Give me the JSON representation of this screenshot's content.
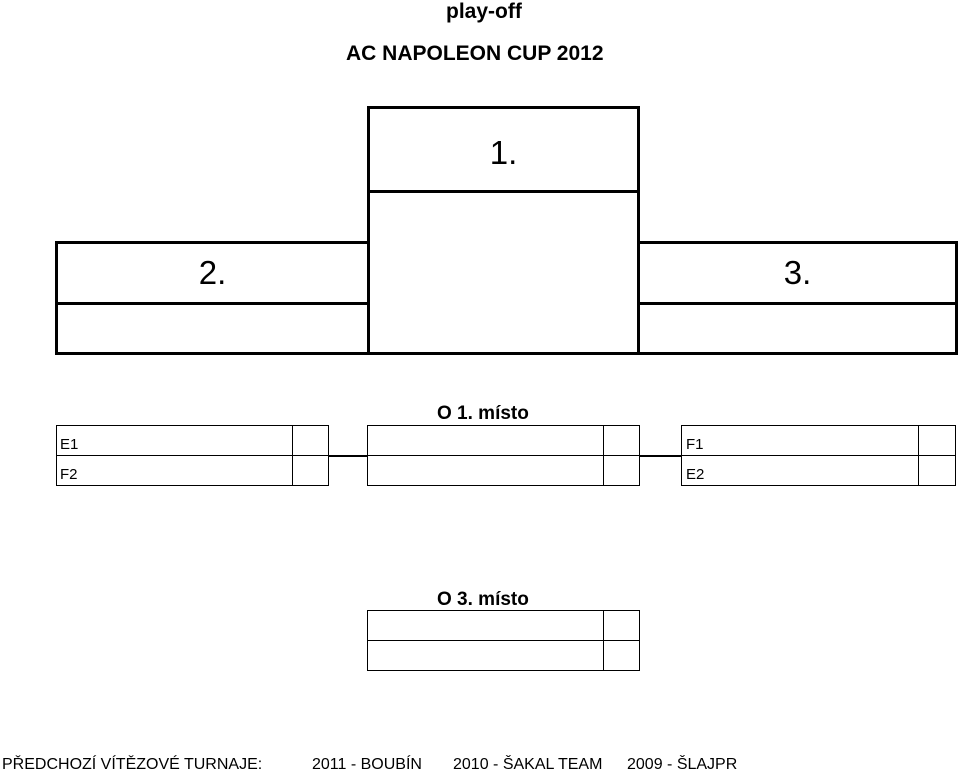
{
  "header": {
    "subtitle": "play-off",
    "title": "AC NAPOLEON CUP 2012"
  },
  "podium": {
    "first": "1.",
    "second": "2.",
    "third": "3."
  },
  "final_match": {
    "heading": "O 1. místo",
    "left_team_top": "E1",
    "left_team_bottom": "F2",
    "right_team_top": "F1",
    "right_team_bottom": "E2"
  },
  "third_place_match": {
    "heading": "O 3. místo"
  },
  "footer": {
    "label": "PŘEDCHOZÍ VÍTĚZOVÉ TURNAJE:",
    "winner_2011": "2011 - BOUBÍN",
    "winner_2010": "2010 - ŠAKAL TEAM",
    "winner_2009": "2009 - ŠLAJPR"
  }
}
